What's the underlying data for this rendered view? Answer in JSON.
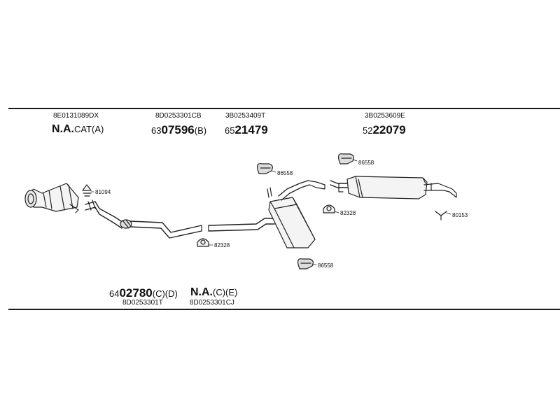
{
  "diagram": {
    "top_codes": [
      "8E0131089DX",
      "8D0253301CB",
      "3B0253409T",
      "3B0253609E"
    ],
    "top_orders": [
      {
        "prefix": "",
        "main": "N.A.",
        "suffix": "CAT(A)"
      },
      {
        "prefix": "63",
        "main": "07596",
        "suffix": "(B)"
      },
      {
        "prefix": "65",
        "main": "21479",
        "suffix": ""
      },
      {
        "prefix": "52",
        "main": "22079",
        "suffix": ""
      }
    ],
    "bottom_orders": [
      {
        "prefix": "64",
        "main": "02780",
        "suffix": "(C)(D)"
      },
      {
        "prefix": "",
        "main": "N.A.",
        "suffix": "(C)(E)"
      }
    ],
    "bottom_codes": [
      "8D0253301T",
      "8D0253301CJ"
    ],
    "part_labels": {
      "p81094": "81094",
      "p86558_a": "86558",
      "p86558_b": "86558",
      "p86558_c": "86558",
      "p82328_a": "82328",
      "p82328_b": "82328",
      "p80153": "80153"
    }
  }
}
